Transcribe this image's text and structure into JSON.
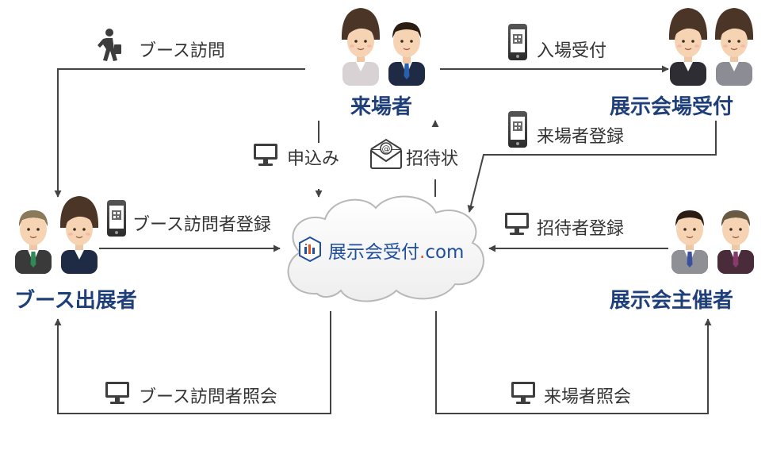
{
  "roles": {
    "visitor": "来場者",
    "venue_reception": "展示会場受付",
    "exhibitor": "ブース出展者",
    "organizer": "展示会主催者"
  },
  "flows": {
    "booth_visit": "ブース訪問",
    "entry_reception": "入場受付",
    "application": "申込み",
    "invitation": "招待状",
    "visitor_registration": "来場者登録",
    "booth_visitor_registration": "ブース訪問者登録",
    "invitee_registration": "招待者登録",
    "booth_visitor_inquiry": "ブース訪問者照会",
    "visitor_inquiry": "来場者照会"
  },
  "service": {
    "name_main": "展示会受付",
    "name_dot": ".",
    "name_tld": "com"
  },
  "icons": [
    "walking-person-icon",
    "smartphone-qr-icon",
    "monitor-icon",
    "envelope-email-icon",
    "cloud-shape",
    "service-logo-icon"
  ],
  "colors": {
    "role_text": "#1f3f7a",
    "label_text": "#333333",
    "arrow": "#444444",
    "brand_blue": "#1f4fa0",
    "brand_accent": "#e8501c"
  }
}
